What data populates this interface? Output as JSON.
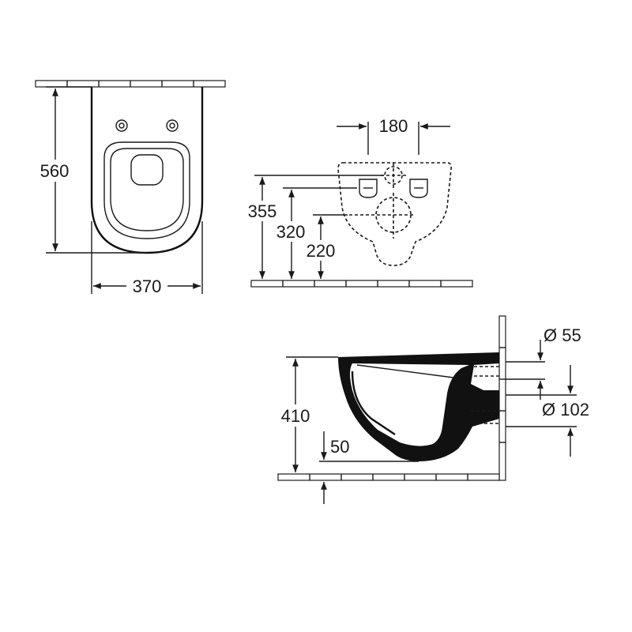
{
  "views": {
    "top": {
      "width_label": "370",
      "depth_label": "560"
    },
    "rear": {
      "spacing_label": "180",
      "height_a_label": "355",
      "height_b_label": "320",
      "height_c_label": "220"
    },
    "side": {
      "height_label": "410",
      "offset_label": "50",
      "inlet_label": "Ø 55",
      "outlet_label": "Ø 102"
    }
  }
}
